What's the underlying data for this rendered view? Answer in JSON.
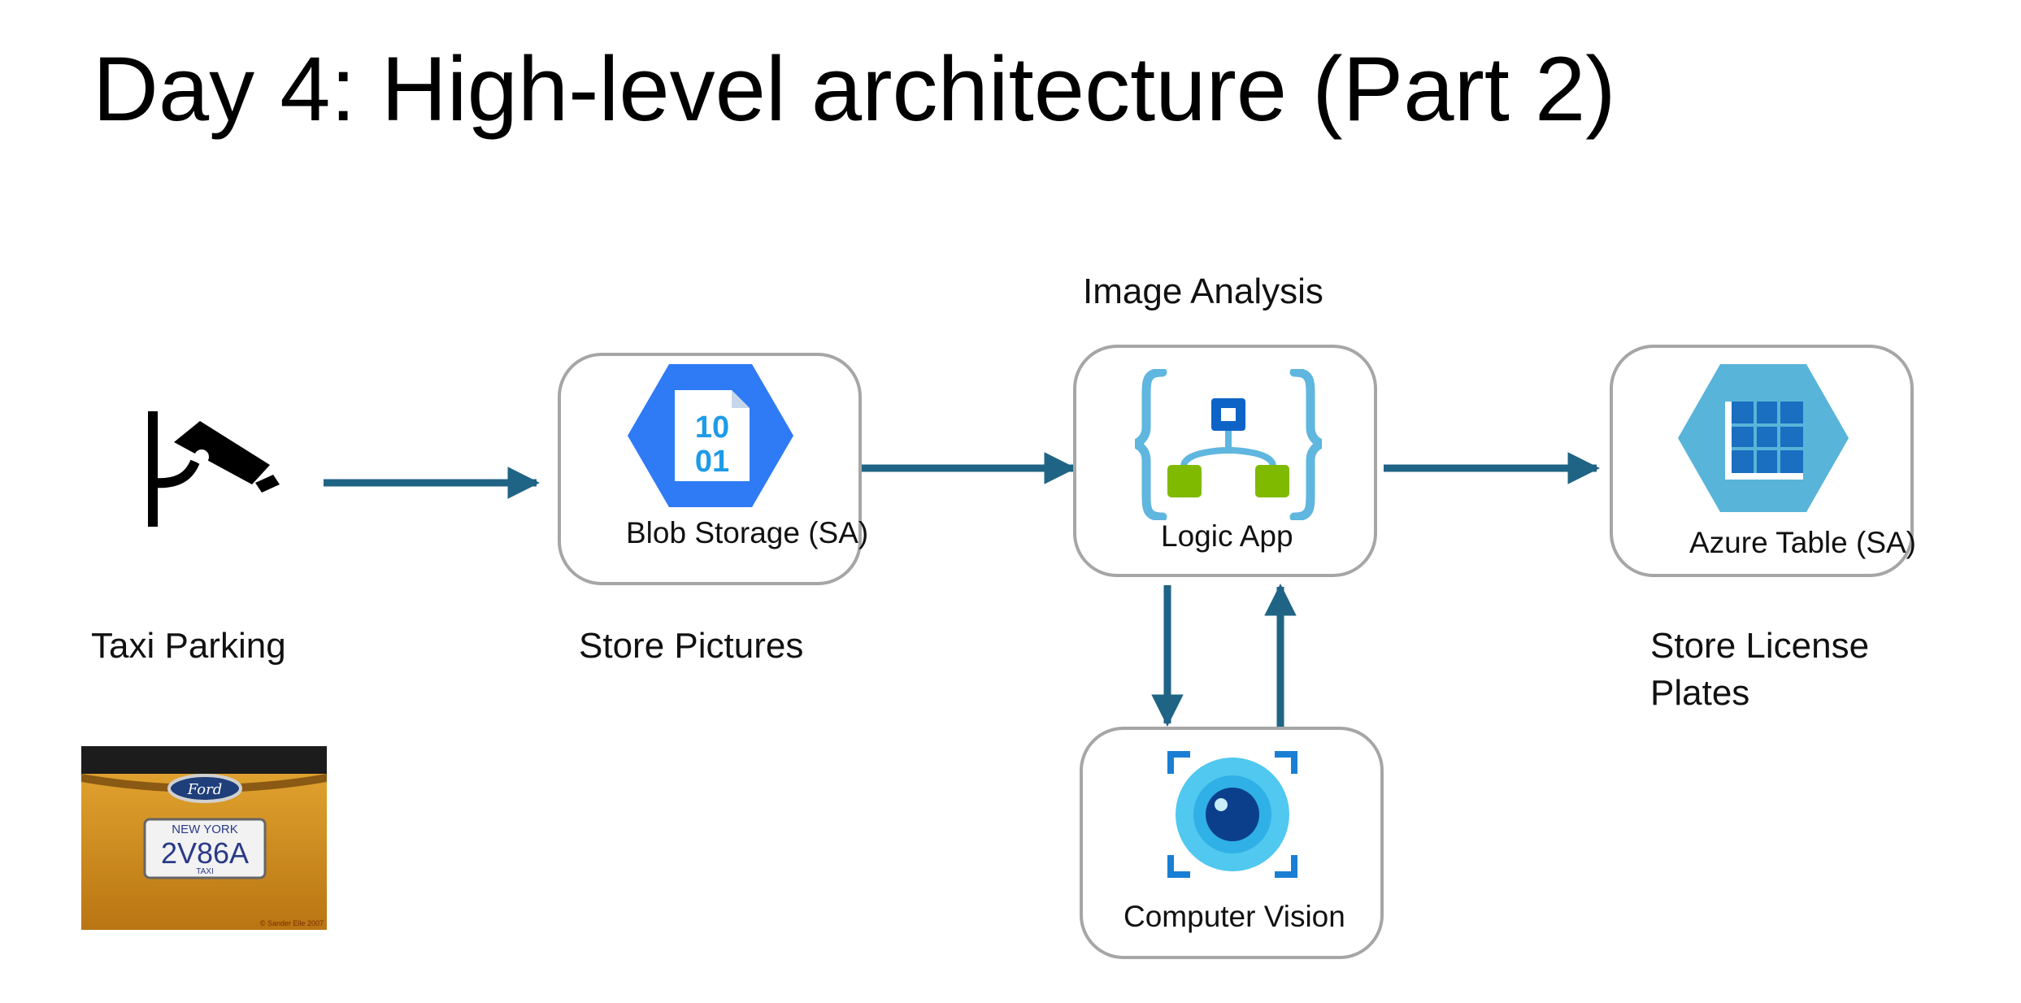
{
  "title": "Day 4: High-level architecture (Part 2)",
  "section_label": "Image Analysis",
  "nodes": {
    "camera": {
      "caption": "Taxi Parking",
      "icon": "cctv-camera-icon"
    },
    "blob": {
      "label": "Blob Storage (SA)",
      "caption": "Store Pictures",
      "icon": "blob-storage-icon",
      "digits_top": "10",
      "digits_bottom": "01"
    },
    "logic": {
      "label": "Logic App",
      "icon": "logic-app-icon"
    },
    "vision": {
      "label": "Computer Vision",
      "icon": "computer-vision-icon"
    },
    "table": {
      "label": "Azure Table (SA)",
      "caption_line1": "Store License",
      "caption_line2": "Plates",
      "icon": "azure-table-icon"
    }
  },
  "photo": {
    "plate_state": "NEW YORK",
    "plate_number": "2V86A",
    "plate_type": "TAXI",
    "brand": "Ford",
    "credit": "© Sander Elle 2007"
  },
  "colors": {
    "arrow": "#1f6485",
    "box_border": "#a6a6a6",
    "blob_blue": "#2f7bf5",
    "logic_bracket": "#5fb6df",
    "logic_green": "#7fba00",
    "table_blue": "#59b4d9",
    "vision_cyan": "#50c8ef"
  }
}
